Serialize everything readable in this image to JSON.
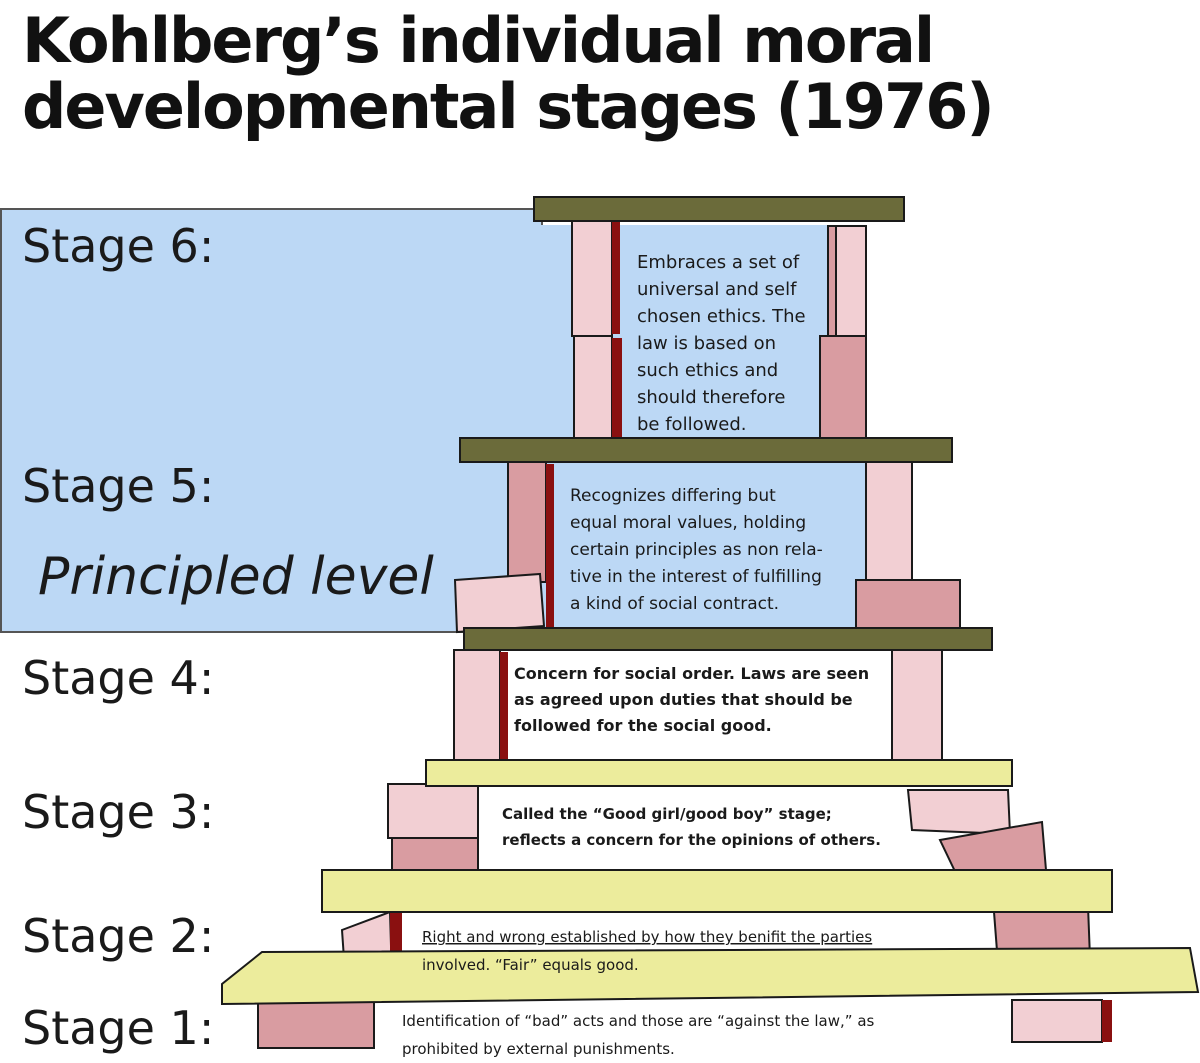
{
  "title": {
    "line1": "Kohlberg’s individual moral",
    "line2": "developmental stages (1976)"
  },
  "level_label": "Principled level",
  "stages": [
    {
      "label": "Stage 6:",
      "lines": [
        "Embraces a set of",
        "universal and self",
        "chosen ethics.  The",
        "law is based on",
        "such ethics and",
        "should therefore",
        "be followed."
      ]
    },
    {
      "label": "Stage 5:",
      "lines": [
        "Recognizes differing but",
        "equal moral values, holding",
        "certain principles as non rela-",
        "tive in the interest of fulfilling",
        "a kind of social contract."
      ]
    },
    {
      "label": "Stage 4:",
      "lines": [
        "Concern for social order.  Laws are seen",
        "as agreed upon duties that should be",
        "followed for the social good."
      ]
    },
    {
      "label": "Stage 3:",
      "lines": [
        "Called the “Good girl/good boy” stage;",
        "reflects a concern for the opinions of others."
      ]
    },
    {
      "label": "Stage 2:",
      "lines": [
        "Right and wrong established by how they benifit the parties",
        "involved.  “Fair” equals good."
      ]
    },
    {
      "label": "Stage 1:",
      "lines": [
        "Identification of “bad” acts and those are “against the law,” as",
        "prohibited by external punishments."
      ]
    }
  ],
  "colors": {
    "principled_panel": "#bcd8f5",
    "board_dark": "#6b6b3a",
    "board_light": "#ecec9c",
    "block_light": "#f2cfd3",
    "block_dark": "#d99ca1",
    "block_shade": "#8a1010"
  }
}
